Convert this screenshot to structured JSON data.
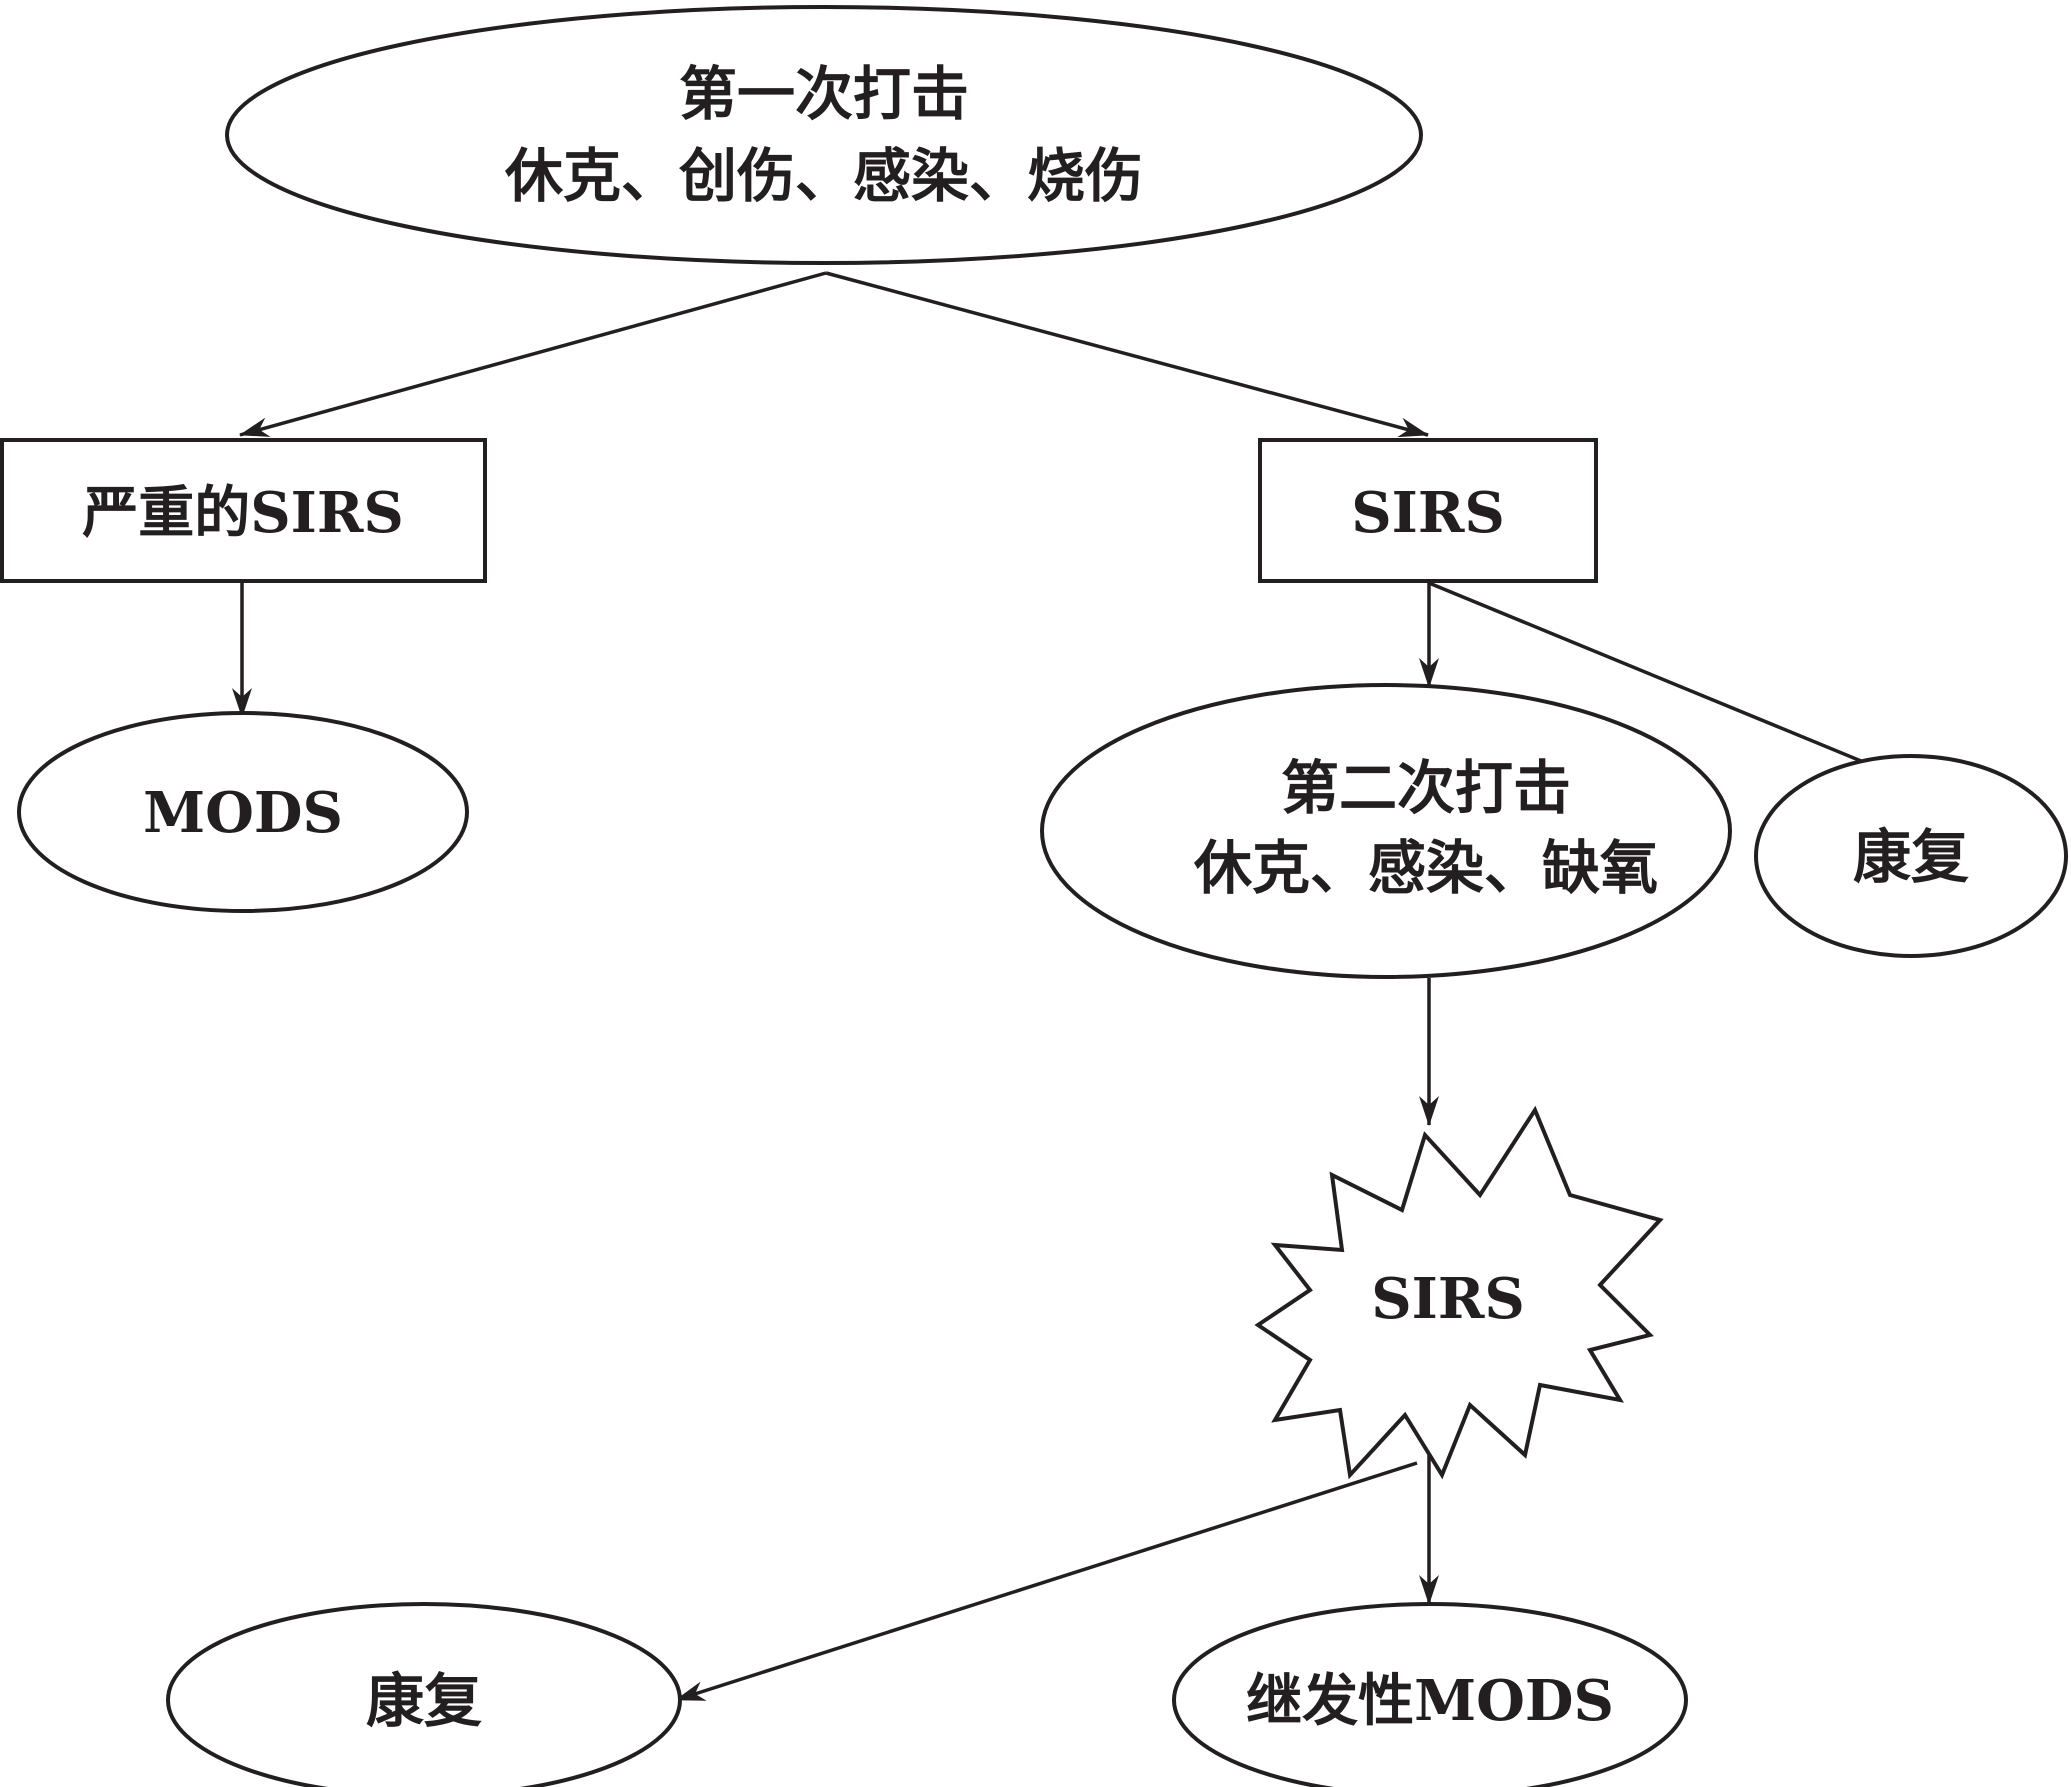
{
  "diagram": {
    "nodes": {
      "first_hit": {
        "title": "第一次打击",
        "subtitle": "休克、创伤、感染、烧伤"
      },
      "severe_sirs": {
        "label": "严重的SIRS"
      },
      "sirs_box": {
        "label": "SIRS"
      },
      "mods": {
        "label": "MODS"
      },
      "second_hit": {
        "title": "第二次打击",
        "subtitle": "休克、感染、缺氧"
      },
      "recovery_right": {
        "label": "康复"
      },
      "sirs_burst": {
        "label": "SIRS"
      },
      "recovery_bottom": {
        "label": "康复"
      },
      "secondary_mods": {
        "label": "继发性MODS"
      }
    },
    "edges": [
      {
        "from": "first_hit",
        "to": "severe_sirs"
      },
      {
        "from": "first_hit",
        "to": "sirs_box"
      },
      {
        "from": "severe_sirs",
        "to": "mods"
      },
      {
        "from": "sirs_box",
        "to": "second_hit"
      },
      {
        "from": "sirs_box",
        "to": "recovery_right"
      },
      {
        "from": "second_hit",
        "to": "sirs_burst"
      },
      {
        "from": "sirs_burst",
        "to": "recovery_bottom"
      },
      {
        "from": "sirs_burst",
        "to": "secondary_mods"
      }
    ],
    "colors": {
      "stroke": "#231f20",
      "fill": "#ffffff"
    }
  }
}
